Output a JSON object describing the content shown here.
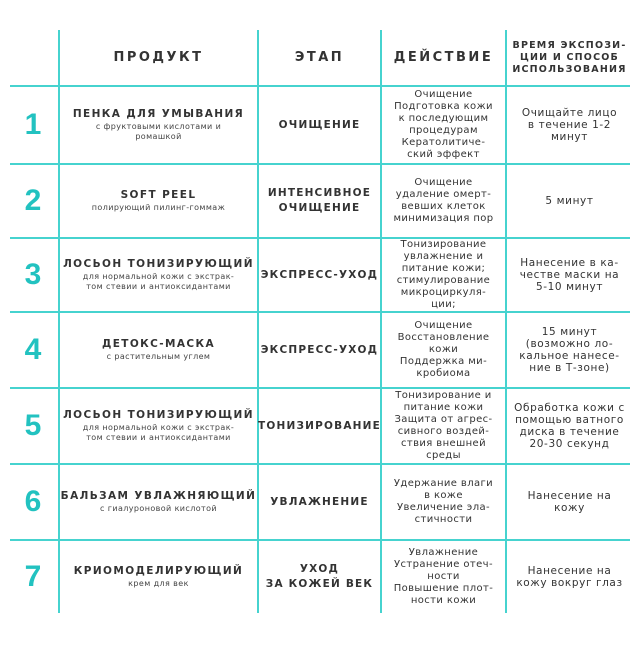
{
  "header": {
    "product": "ПРОДУКТ",
    "stage": "ЭТАП",
    "action": "ДЕЙСТВИЕ",
    "time": "ВРЕМЯ ЭКСПОЗИ-\nЦИИ И СПОСОБ\nИСПОЛЬЗОВАНИЯ"
  },
  "rows": [
    {
      "num": "1",
      "name": "ПЕНКА ДЛЯ УМЫВАНИЯ",
      "sub": "с фруктовыми кислотами и\nромашкой",
      "stage": "ОЧИЩЕНИЕ",
      "action": "Очищение\nПодготовка кожи\nк последующим\nпроцедурам\nКератолитиче-\nский эффект",
      "time": "Очищайте лицо\nв течение 1-2\nминут"
    },
    {
      "num": "2",
      "name": "SOFT PEEL",
      "sub": "полирующий пилинг-гоммаж",
      "stage": "ИНТЕНСИВНОЕ\nОЧИЩЕНИЕ",
      "action": "Очищение\nудаление омерт-\nвевших клеток\nминимизация пор",
      "time": "5 минут"
    },
    {
      "num": "3",
      "name": "ЛОСЬОН ТОНИЗИРУЮЩИЙ",
      "sub": "для нормальной кожи с экстрак-\nтом стевии и антиоксидантами",
      "stage": "ЭКСПРЕСС-УХОД",
      "action": "Тонизирование\nувлажнение и\nпитание кожи;\nстимулирование\nмикроциркуля-\nции;",
      "time": "Нанесение в ка-\nчестве маски на\n5-10 минут"
    },
    {
      "num": "4",
      "name": "ДЕТОКС-МАСКА",
      "sub": "с растительным углем",
      "stage": "ЭКСПРЕСС-УХОД",
      "action": "Очищение\nВосстановление\nкожи\nПоддержка ми-\nкробиома",
      "time": "15 минут\n(возможно ло-\nкальное нанесе-\nние в Т-зоне)"
    },
    {
      "num": "5",
      "name": "ЛОСЬОН ТОНИЗИРУЮЩИЙ",
      "sub": "для нормальной кожи с экстрак-\nтом стевии и антиоксидантами",
      "stage": "ТОНИЗИРОВАНИЕ",
      "action": "Тонизирование и\nпитание кожи\nЗащита от агрес-\nсивного воздей-\nствия внешней\nсреды",
      "time": "Обработка кожи с\nпомощью ватного\nдиска в течение\n20-30 секунд"
    },
    {
      "num": "6",
      "name": "БАЛЬЗАМ УВЛАЖНЯЮЩИЙ",
      "sub": "с гиалуроновой кислотой",
      "stage": "УВЛАЖНЕНИЕ",
      "action": "Удержание влаги\nв коже\nУвеличение эла-\nстичности",
      "time": "Нанесение на\nкожу"
    },
    {
      "num": "7",
      "name": "КРИОМОДЕЛИРУЮЩИЙ",
      "sub": "крем для век",
      "stage": "УХОД\nЗА КОЖЕЙ ВЕК",
      "action": "Увлажнение\nУстранение отеч-\nности\nПовышение плот-\nности кожи",
      "time": "Нанесение на\nкожу вокруг глаз"
    }
  ]
}
